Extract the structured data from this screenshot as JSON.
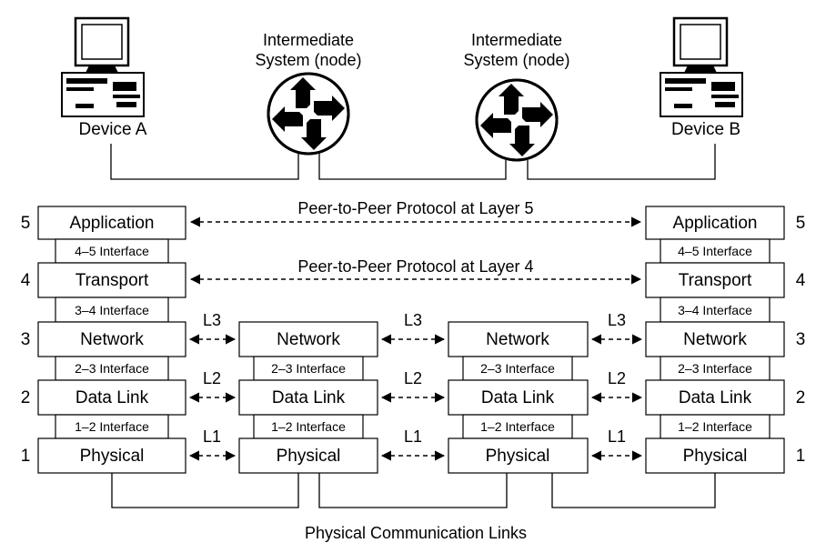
{
  "devices": {
    "device_a": "Device A",
    "device_b": "Device B",
    "node_left": [
      "Intermediate",
      "System (node)"
    ],
    "node_right": [
      "Intermediate",
      "System (node)"
    ]
  },
  "layers": {
    "application": "Application",
    "transport": "Transport",
    "network": "Network",
    "data_link": "Data Link",
    "physical": "Physical"
  },
  "layer_numbers": [
    "5",
    "4",
    "3",
    "2",
    "1"
  ],
  "interfaces": {
    "i45": "4–5 Interface",
    "i34": "3–4 Interface",
    "i23": "2–3 Interface",
    "i12": "1–2 Interface"
  },
  "peer_labels": {
    "layer5": "Peer-to-Peer Protocol at Layer 5",
    "layer4": "Peer-to-Peer Protocol at Layer 4"
  },
  "link_labels": {
    "l3": "L3",
    "l2": "L2",
    "l1": "L1"
  },
  "footer": "Physical Communication Links",
  "icons": {
    "computer": "computer-icon",
    "router": "router-icon"
  },
  "colors": {
    "stroke": "#000000",
    "background": "#ffffff"
  }
}
